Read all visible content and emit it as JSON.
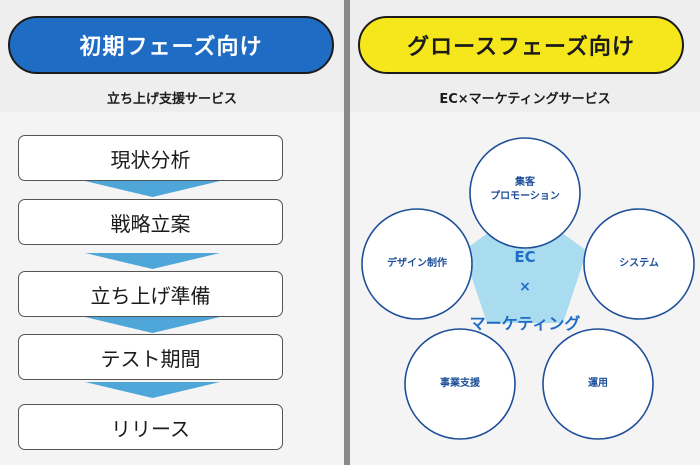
{
  "left": {
    "title": "初期フェーズ向け",
    "subtitle": "立ち上げ支援サービス",
    "steps": [
      "現状分析",
      "戦略立案",
      "立ち上げ準備",
      "テスト期間",
      "リリース"
    ]
  },
  "right": {
    "title": "グロースフェーズ向け",
    "subtitle": "EC×マーケティングサービス",
    "hub": {
      "line1": "EC",
      "line2": "×",
      "line3": "マーケティング"
    },
    "nodes": {
      "top_line1": "集客",
      "top_line2": "プロモーション",
      "left": "デザイン制作",
      "right": "システム",
      "bottom_left": "事業支援",
      "bottom_right": "運用"
    }
  },
  "colors": {
    "left_pill": "#1f6cc4",
    "right_pill": "#f6e61c",
    "arrow": "#4ea6d9",
    "hub_fill": "#a9dcef",
    "hub_text": "#1f6cc4"
  }
}
